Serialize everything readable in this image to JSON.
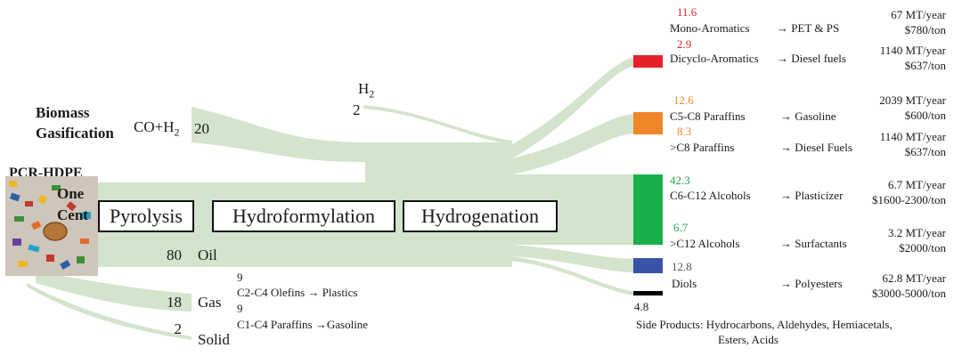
{
  "source": {
    "label": "PCR-HDPE",
    "cost_line1": "One",
    "cost_line2": "Cent"
  },
  "process": {
    "pyrolysis": "Pyrolysis",
    "hydroformylation": "Hydroformylation",
    "hydrogenation": "Hydrogenation"
  },
  "gasification": {
    "line1": "Biomass",
    "line2": "Gasification",
    "syngas": "CO+H",
    "syngas_sub": "2",
    "syngas_value": "20"
  },
  "h2": {
    "label": "H",
    "sub": "2",
    "value": "2"
  },
  "pyrolysis_products": {
    "oil": {
      "value": "80",
      "label": "Oil"
    },
    "gas": {
      "value": "18",
      "label": "Gas"
    },
    "solid": {
      "value": "2",
      "label": "Solid"
    }
  },
  "gas_products": [
    {
      "value": "9",
      "text": "C2-C4 Olefins → Plastics"
    },
    {
      "value": "9",
      "text": "C1-C4 Paraffins →Gasoline"
    }
  ],
  "products": [
    {
      "value": "11.6",
      "color": "#d9272e",
      "name": "Mono-Aromatics",
      "use": "→ PET & PS",
      "volume": "67 MT/year",
      "price": "$780/ton"
    },
    {
      "value": "2.9",
      "color": "#d9272e",
      "name": "Dicyclo-Aromatics",
      "use": "→ Diesel fuels",
      "volume": "1140 MT/year",
      "price": "$637/ton"
    },
    {
      "value": "12.6",
      "color": "#f0862a",
      "name": "C5-C8 Paraffins",
      "use": "→ Gasoline",
      "volume": "2039 MT/year",
      "price": "$600/ton"
    },
    {
      "value": "8.3",
      "color": "#f0862a",
      "name": ">C8 Paraffins",
      "use": "→ Diesel Fuels",
      "volume": "1140 MT/year",
      "price": "$637/ton"
    },
    {
      "value": "42.3",
      "color": "#1aa84a",
      "name": "C6-C12 Alcohols",
      "use": "→ Plasticizer",
      "volume": "6.7 MT/year",
      "price": "$1600-2300/ton"
    },
    {
      "value": "6.7",
      "color": "#1aa84a",
      "name": ">C12 Alcohols",
      "use": "→ Surfactants",
      "volume": "3.2 MT/year",
      "price": "$2000/ton"
    },
    {
      "value": "12.8",
      "color": "#555555",
      "name": "Diols",
      "use": "→ Polyesters",
      "volume": "62.8 MT/year",
      "price": "$3000-5000/ton"
    }
  ],
  "side": {
    "value": "4.8",
    "line1": "Side Products: Hydrocarbons, Aldehydes, Hemiacetals,",
    "line2": "Esters, Acids"
  },
  "colors": {
    "flow": "#d3e3cc",
    "aromatics": "#e5222b",
    "paraffins": "#f0862a",
    "alcohols": "#18b04a",
    "diols": "#3853a8",
    "side": "#000000"
  }
}
